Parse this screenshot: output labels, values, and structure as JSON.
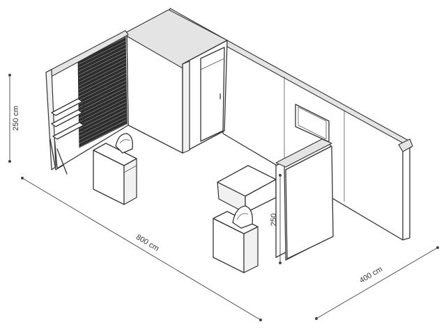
{
  "dimensions": {
    "wall_height": "250 cm",
    "length": "800 cm",
    "depth": "400 cm",
    "partition_height": "250"
  }
}
